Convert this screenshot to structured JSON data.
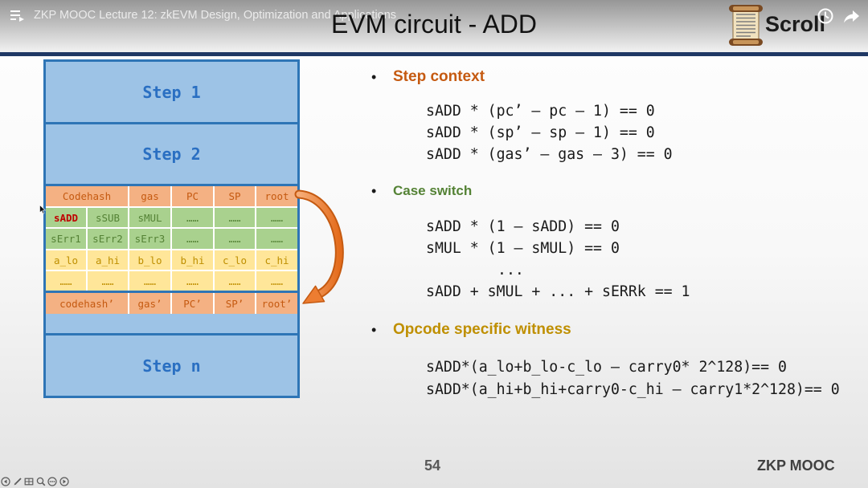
{
  "player": {
    "video_title": "ZKP MOOC Lecture 12: zkEVM Design, Optimization and Applications",
    "icons": {
      "playlist": "playlist-icon",
      "watch_later": "clock-icon",
      "share": "share-arrow-icon"
    }
  },
  "slide": {
    "title": "EVM circuit - ADD",
    "logo": {
      "text": "Scroll",
      "icon": "scroll-parchment-icon"
    },
    "diagram": {
      "steps": [
        "Step 1",
        "Step 2",
        "Step n"
      ],
      "current_rows": [
        [
          "Codehash",
          "gas",
          "PC",
          "SP",
          "root"
        ],
        [
          "sADD",
          "sSUB",
          "sMUL",
          "……",
          "……",
          "……"
        ],
        [
          "sErr1",
          "sErr2",
          "sErr3",
          "……",
          "……",
          "……"
        ],
        [
          "a_lo",
          "a_hi",
          "b_lo",
          "b_hi",
          "c_lo",
          "c_hi"
        ],
        [
          "……",
          "……",
          "……",
          "……",
          "……",
          "……"
        ]
      ],
      "next_row": [
        "codehash’",
        "gas’",
        "PC’",
        "SP’",
        "root’"
      ],
      "transition_icon": "curved-arrow-icon"
    },
    "sections": [
      {
        "heading": "Step context",
        "lines": [
          "sADD * (pc’ – pc – 1) == 0",
          "sADD * (sp’ – sp – 1) == 0",
          "sADD * (gas’ – gas – 3) == 0"
        ]
      },
      {
        "heading": "Case switch",
        "lines": [
          "sADD * (1 – sADD) == 0",
          "sMUL * (1 – sMUL) == 0",
          "...",
          "sADD + sMUL + ... + sERRk == 1"
        ]
      },
      {
        "heading": "Opcode specific witness",
        "lines": [
          "sADD*(a_lo+b_lo-c_lo – carry0* 2^128)== 0",
          "sADD*(a_hi+b_hi+carry0-c_hi – carry1*2^128)== 0"
        ]
      }
    ],
    "page_number": "54",
    "footer": "ZKP MOOC"
  },
  "slideshow_controls": [
    "previous-slide-icon",
    "pen-icon",
    "see-all-slides-icon",
    "zoom-icon",
    "more-options-icon",
    "next-slide-icon"
  ],
  "colors": {
    "title_bar": "#1f3864",
    "step_fill": "#9dc3e6",
    "step_border": "#2e75b6",
    "step_text": "#2a6fc2",
    "state_fill": "#f4b183",
    "state_text": "#c55a11",
    "selector_fill": "#a9d18e",
    "selector_text": "#548235",
    "selected_opcode_text": "#c00000",
    "witness_fill": "#ffe699",
    "witness_text": "#bf8f00",
    "arrow": "#ed7d31",
    "heading_step_context": "#c55a11",
    "heading_case_switch": "#548235",
    "heading_opcode_witness": "#bf8f00"
  }
}
